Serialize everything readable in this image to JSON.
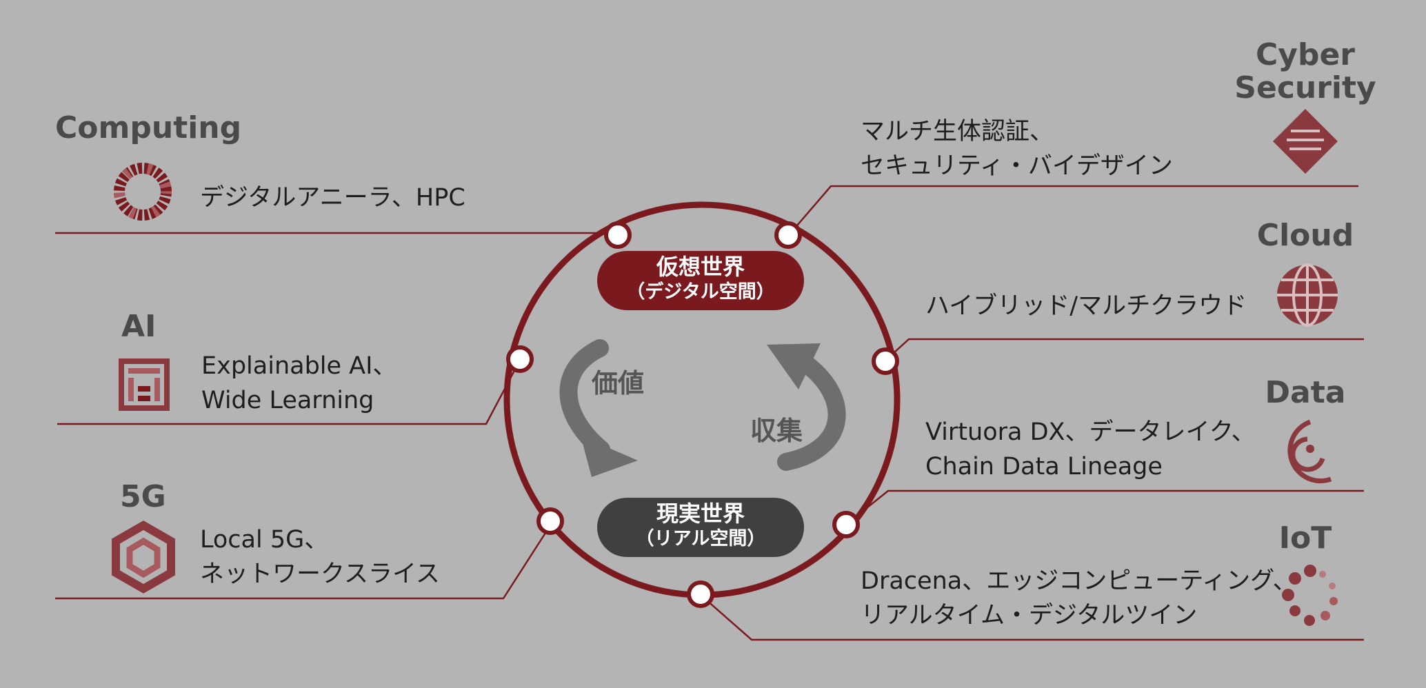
{
  "colors": {
    "background": "#b4b4b4",
    "accent": "#7a1a1e",
    "dark_pill": "#404040",
    "arrow": "#6e6e6e"
  },
  "center": {
    "virtual_world": {
      "title": "仮想世界",
      "subtitle": "（デジタル空間）"
    },
    "real_world": {
      "title": "現実世界",
      "subtitle": "（リアル空間）"
    },
    "value_label": "価値",
    "collect_label": "収集"
  },
  "left_categories": [
    {
      "title": "Computing",
      "icon": "computing-ring-icon",
      "lines": [
        "デジタルアニーラ、HPC"
      ]
    },
    {
      "title": "AI",
      "icon": "ai-maze-icon",
      "lines": [
        "Explainable AI、",
        "Wide Learning"
      ]
    },
    {
      "title": "5G",
      "icon": "5g-hexagon-icon",
      "lines": [
        "Local 5G、",
        "ネットワークスライス"
      ]
    }
  ],
  "right_categories": [
    {
      "title": "Cyber Security",
      "title_lines": [
        "Cyber",
        "Security"
      ],
      "icon": "security-diamond-icon",
      "lines": [
        "マルチ生体認証、",
        "セキュリティ・バイデザイン"
      ]
    },
    {
      "title": "Cloud",
      "title_lines": [
        "Cloud"
      ],
      "icon": "globe-icon",
      "lines": [
        "ハイブリッド/マルチクラウド"
      ]
    },
    {
      "title": "Data",
      "title_lines": [
        "Data"
      ],
      "icon": "data-spiral-icon",
      "lines": [
        "Virtuora DX、データレイク、",
        "Chain Data Lineage"
      ]
    },
    {
      "title": "IoT",
      "title_lines": [
        "IoT"
      ],
      "icon": "iot-dots-icon",
      "lines": [
        "Dracena、エッジコンピューティング、",
        "リアルタイム・デジタルツイン"
      ]
    }
  ]
}
